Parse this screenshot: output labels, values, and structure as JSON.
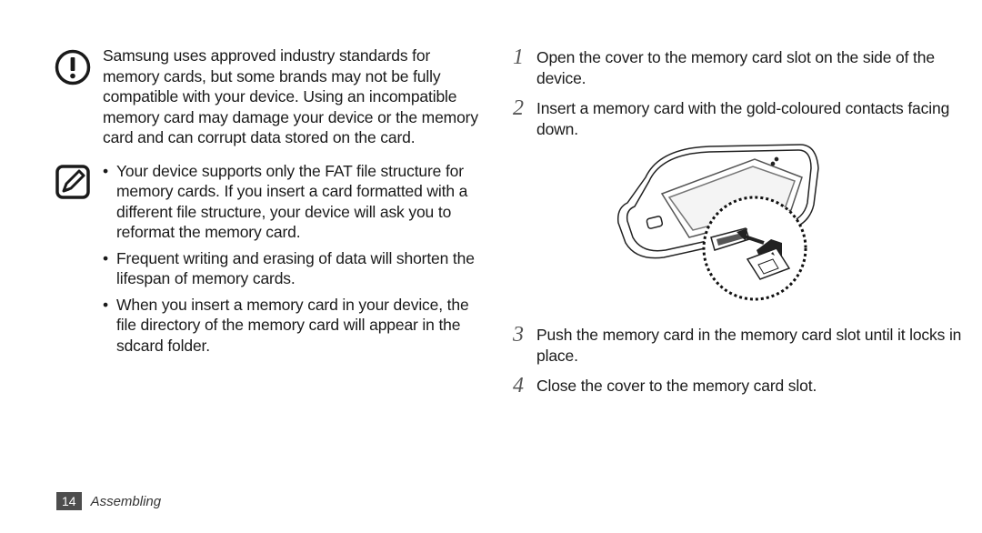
{
  "left": {
    "warning_text": "Samsung uses approved industry standards for memory cards, but some brands may not be fully compatible with your device. Using an incompatible memory card may damage your device or the memory card and can corrupt data stored on the card.",
    "notes": [
      "Your device supports only the FAT file structure for memory cards. If you insert a card formatted with a different file structure, your device will ask you to reformat the memory card.",
      "Frequent writing and erasing of data will shorten the lifespan of memory cards.",
      "When you insert a memory card in your device, the file directory of the memory card will appear in the sdcard folder."
    ],
    "bullet": "•"
  },
  "steps": [
    {
      "num": "1",
      "text": "Open the cover to the memory card slot on the side of the device."
    },
    {
      "num": "2",
      "text": "Insert a memory card with the gold-coloured contacts facing down."
    },
    {
      "num": "3",
      "text": "Push the memory card in the memory card slot until it locks in place."
    },
    {
      "num": "4",
      "text": "Close the cover to the memory card slot."
    }
  ],
  "footer": {
    "page_number": "14",
    "section": "Assembling"
  },
  "icons": {
    "warning": "exclamation-circle-icon",
    "note": "note-pencil-icon"
  }
}
